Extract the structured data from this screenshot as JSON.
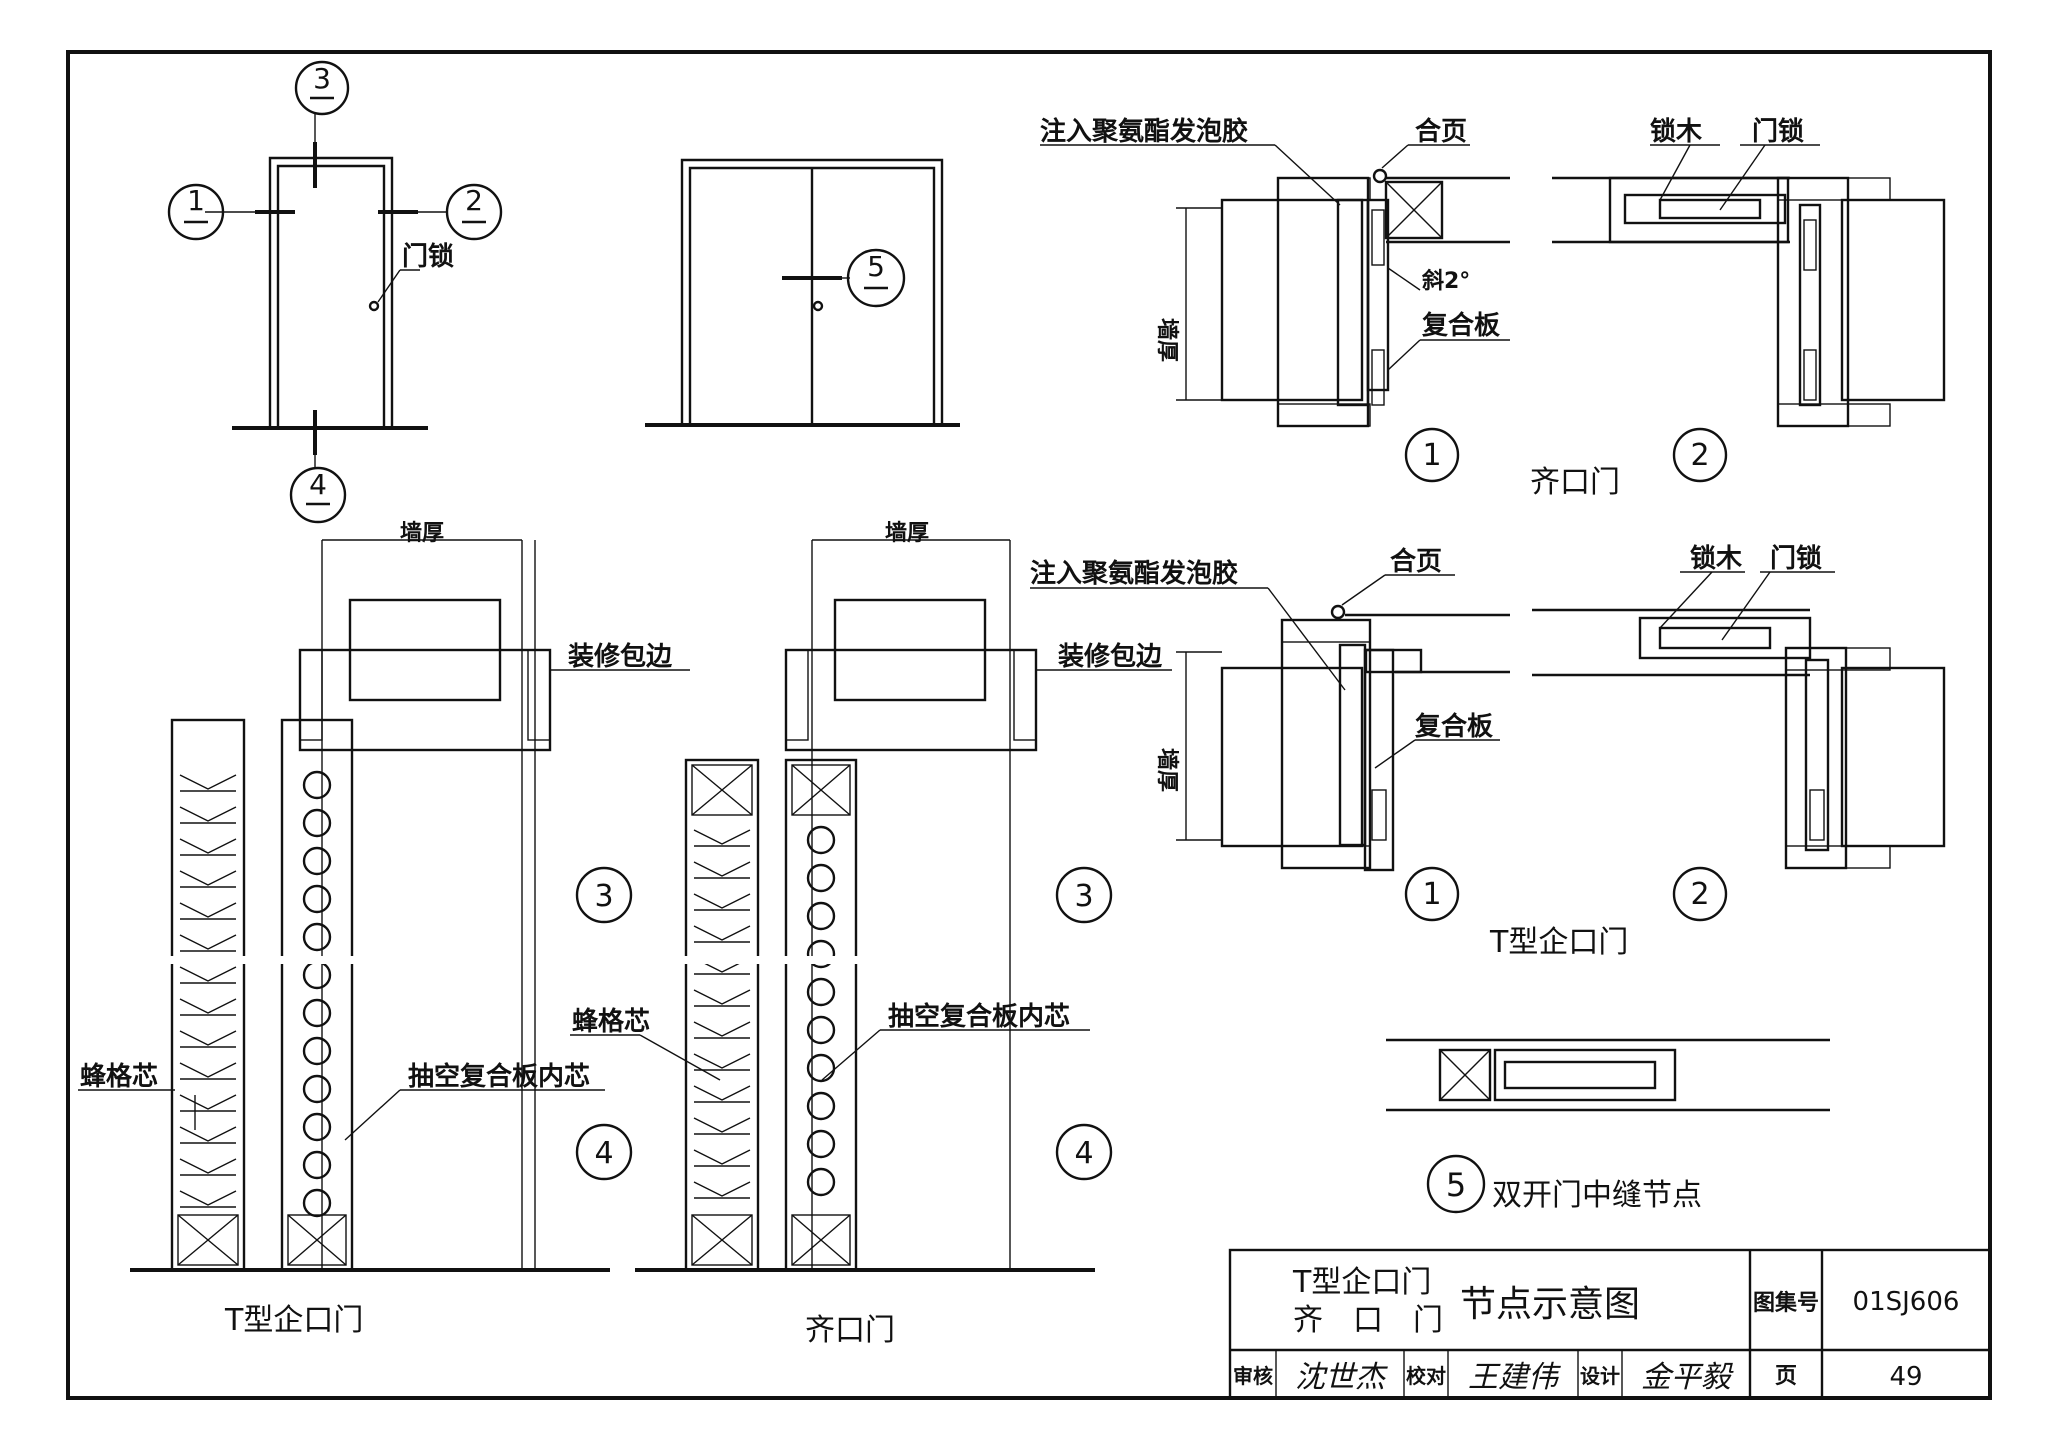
{
  "labels": {
    "wall_thickness": "墙厚",
    "hinge": "合页",
    "polyurethane_foam": "注入聚氨酯发泡胶",
    "slope": "斜2°",
    "composite_board": "复合板",
    "lock_wood": "锁木",
    "door_lock": "门锁",
    "trim": "装修包边",
    "honeycomb_core": "蜂格芯",
    "hollow_core": "抽空复合板内芯",
    "flush_door": "齐口门",
    "t_rebate_door": "T型企口门",
    "double_door_joint": "双开门中缝节点"
  },
  "markers": {
    "m1": "1",
    "m2": "2",
    "m3": "3",
    "m4": "4",
    "m5": "5"
  },
  "title_block": {
    "title_line1": "T型企口门",
    "title_line2": "齐　口　门",
    "title_suffix": "节点示意图",
    "atlas_label": "图集号",
    "atlas_no": "01SJ606",
    "reviewer_label": "审核",
    "reviewer_sign": "沈世杰",
    "checker_label": "校对",
    "checker_sign": "王建伟",
    "designer_label": "设计",
    "designer_sign": "金平毅",
    "page_label": "页",
    "page_no": "49"
  }
}
